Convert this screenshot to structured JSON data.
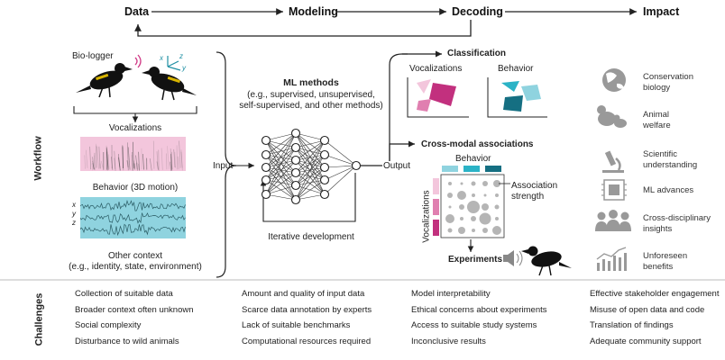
{
  "pipeline": {
    "stages": [
      "Data",
      "Modeling",
      "Decoding",
      "Impact"
    ]
  },
  "workflow": {
    "side_label": "Workflow",
    "bio_logger": "Bio-logger",
    "axes": {
      "x": "x",
      "y": "y",
      "z": "z"
    },
    "vocalizations": "Vocalizations",
    "behavior_3d": "Behavior (3D motion)",
    "signal_axes": [
      "x",
      "y",
      "z"
    ],
    "other_context_line1": "Other context",
    "other_context_line2": "(e.g., identity, state, environment)",
    "input": "Input",
    "output": "Output",
    "ml_title": "ML methods",
    "ml_desc_line1": "(e.g., supervised, unsupervised,",
    "ml_desc_line2": "self-supervised, and other methods)",
    "iterative": "Iterative development",
    "classification": "Classification",
    "class_vocal": "Vocalizations",
    "class_behavior": "Behavior",
    "cross_modal": "Cross-modal associations",
    "cm_behavior": "Behavior",
    "cm_vocalizations": "Vocalizations",
    "association_line1": "Association",
    "association_line2": "strength",
    "experiments": "Experiments"
  },
  "impact": [
    {
      "icon": "globe-icon",
      "line1": "Conservation",
      "line2": "biology"
    },
    {
      "icon": "animals-icon",
      "line1": "Animal",
      "line2": "welfare"
    },
    {
      "icon": "microscope-icon",
      "line1": "Scientific",
      "line2": "understanding"
    },
    {
      "icon": "chip-icon",
      "line1": "ML advances",
      "line2": ""
    },
    {
      "icon": "people-icon",
      "line1": "Cross-disciplinary",
      "line2": "insights"
    },
    {
      "icon": "chart-icon",
      "line1": "Unforeseen",
      "line2": "benefits"
    }
  ],
  "challenges": {
    "side_label": "Challenges",
    "columns": [
      [
        "Collection of suitable data",
        "Broader context often unknown",
        "Social complexity",
        "Disturbance to wild animals"
      ],
      [
        "Amount and quality of input data",
        "Scarce data annotation by experts",
        "Lack of suitable benchmarks",
        "Computational resources required"
      ],
      [
        "Model interpretability",
        "Ethical concerns about experiments",
        "Access to suitable study systems",
        "Inconclusive results"
      ],
      [
        "Effective stakeholder engagement",
        "Misuse of open data and code",
        "Translation of findings",
        "Adequate community support"
      ]
    ]
  },
  "colors": {
    "pink": "#e07fb0",
    "magenta": "#c2307e",
    "light_pink": "#f3c6dc",
    "teal": "#1e8fa3",
    "light_teal": "#8fd3df",
    "dark_teal": "#156f82",
    "grey_dot": "#b5b5b5",
    "line": "#222222"
  }
}
